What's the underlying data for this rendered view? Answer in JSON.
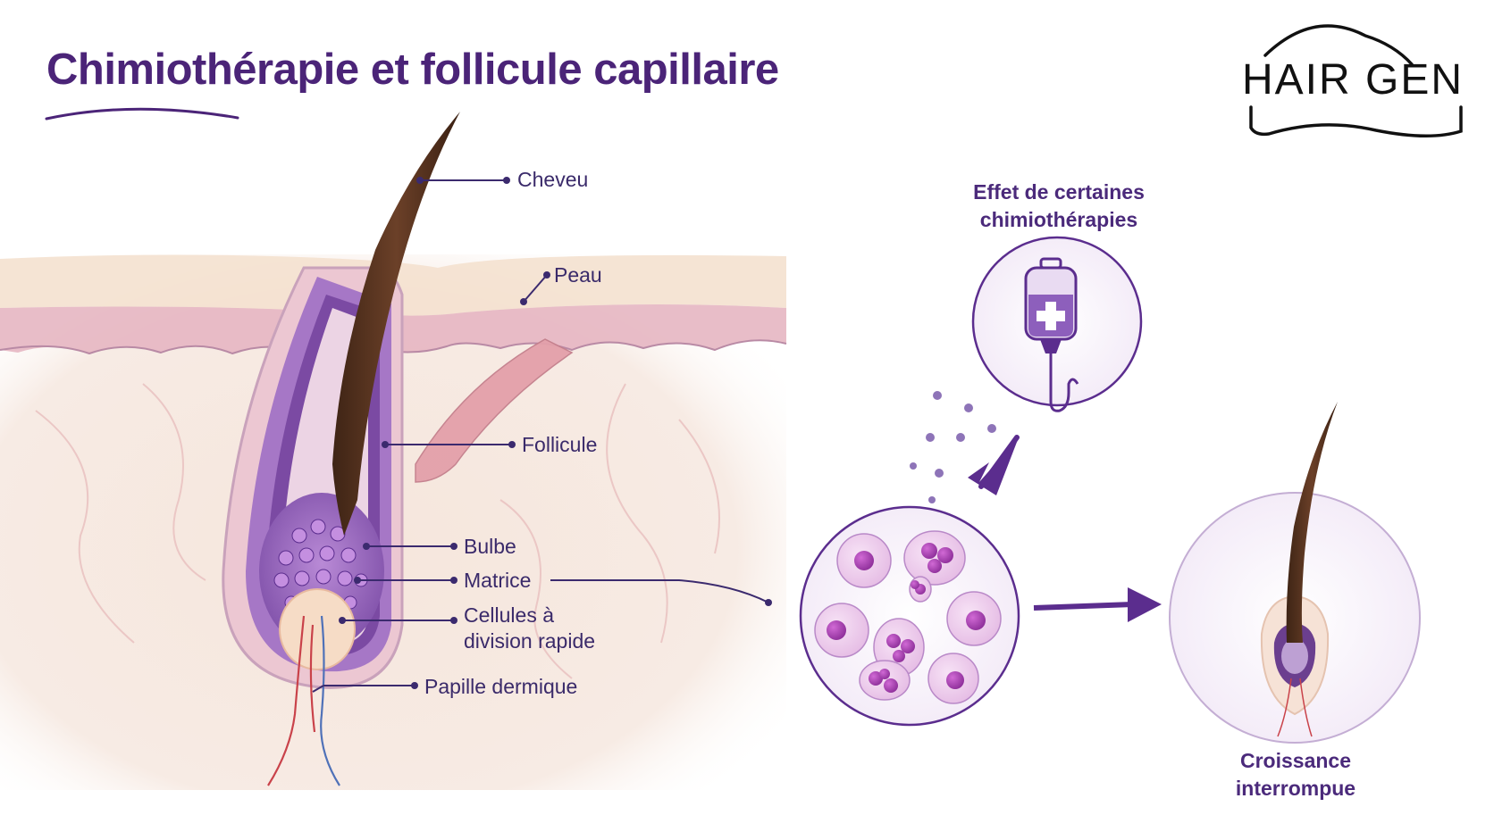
{
  "title": "Chimiothérapie et follicule capillaire",
  "logo": {
    "text": "HAIR GEN"
  },
  "labels": {
    "cheveu": "Cheveu",
    "peau": "Peau",
    "follicule": "Follicule",
    "bulbe": "Bulbe",
    "matrice": "Matrice",
    "cellules_line1": "Cellules à",
    "cellules_line2": "division rapide",
    "papille": "Papille dermique"
  },
  "chemo": {
    "heading_line1": "Effet de certaines",
    "heading_line2": "chimiothérapies",
    "icon": "iv-bag-icon"
  },
  "result": {
    "label_line1": "Croissance",
    "label_line2": "interrompue"
  },
  "colors": {
    "accent": "#5b2d8e",
    "title": "#4b2478",
    "hair": "#5a3520",
    "skin": "#f3dccf",
    "dermis_pink": "#e8b9c9"
  }
}
